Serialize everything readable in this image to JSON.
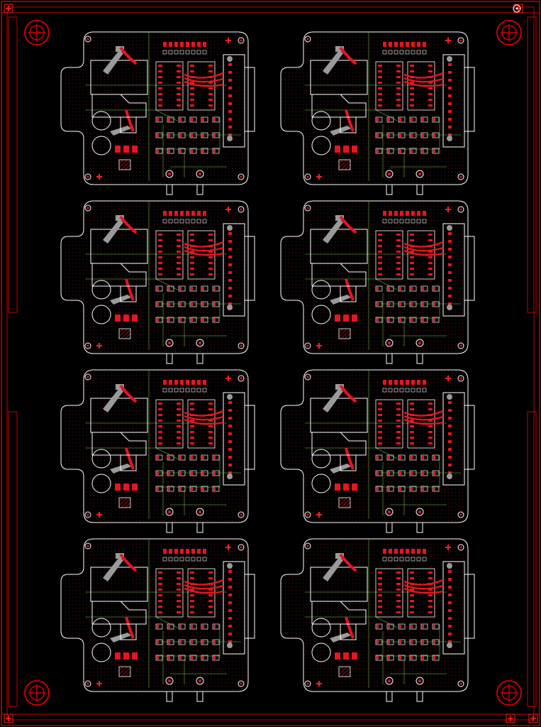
{
  "view": {
    "name": "pcb-panel-layout",
    "background": "#000000"
  },
  "panel": {
    "columns": 2,
    "rows": 4,
    "board_count": 8
  },
  "colors": {
    "rail": "#cc0000",
    "copper_top": "#e8141e",
    "silk": "#ffffff",
    "grid_dots": "#5a1414",
    "bottom_traces": "#6fae4a",
    "pads_gray": "#9a9a9a",
    "fiducial": "#ff2020"
  },
  "icons": [
    "fiducial-cross-icon",
    "mounting-hole-icon",
    "alignment-mark-icon"
  ]
}
